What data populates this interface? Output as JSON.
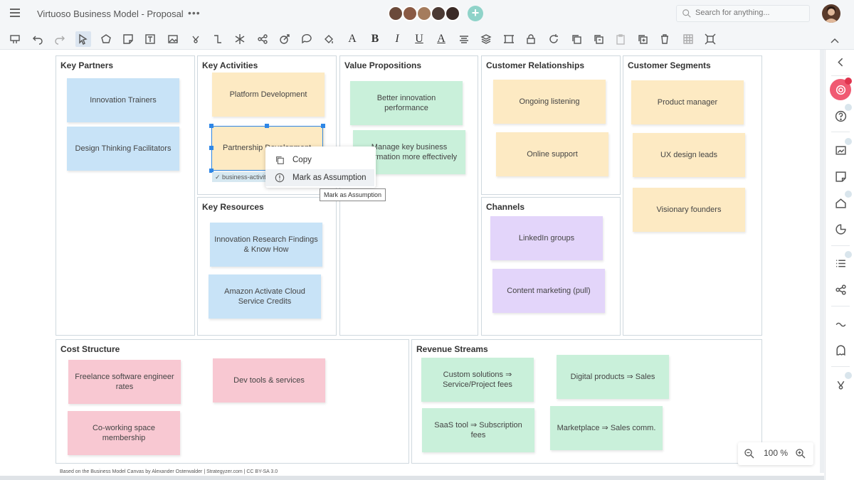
{
  "header": {
    "title": "Virtuoso Business Model - Proposal",
    "more": "•••",
    "add_user": "+",
    "search_placeholder": "Search for anything..."
  },
  "canvas": {
    "blocks": {
      "key_partners": "Key Partners",
      "key_activities": "Key Activities",
      "value_propositions": "Value Propositions",
      "customer_relationships": "Customer Relationships",
      "customer_segments": "Customer Segments",
      "key_resources": "Key Resources",
      "channels": "Channels",
      "cost_structure": "Cost Structure",
      "revenue_streams": "Revenue Streams"
    },
    "notes": {
      "innovation_trainers": "Innovation Trainers",
      "design_thinking": "Design Thinking Facilitators",
      "platform_development": "Platform Development",
      "partnership_dev": "Partnership Development",
      "better_innovation": "Better innovation performance",
      "manage_business": "Manage key business information more effectively",
      "ongoing_listening": "Ongoing listening",
      "online_support": "Online support",
      "product_manager": "Product manager",
      "ux_design_leads": "UX design leads",
      "visionary_founders": "Visionary founders",
      "innovation_research": "Innovation Research Findings & Know How",
      "amazon_activate": "Amazon Activate Cloud Service Credits",
      "linkedin_groups": "LinkedIn groups",
      "content_marketing": "Content marketing (pull)",
      "freelance_rates": "Freelance software engineer rates",
      "dev_tools": "Dev tools & services",
      "coworking": "Co-working space membership",
      "custom_solutions": "Custom solutions ⇒ Service/Project fees",
      "digital_products": "Digital products ⇒ Sales",
      "saas_tool": "SaaS tool ⇒ Subscription fees",
      "marketplace": "Marketplace ⇒ Sales comm."
    },
    "tag_chip": "✓ business-activit",
    "credit": "Based on the Business Model Canvas by Alexander Osterwalder | Strategyzer.com | CC BY-SA 3.0"
  },
  "context_menu": {
    "copy": "Copy",
    "mark_assumption": "Mark as Assumption",
    "tooltip": "Mark as Assumption"
  },
  "zoom": {
    "value": "100 %"
  },
  "colors": {
    "accent": "#2f87e6",
    "active_sidebar": "#f05a72",
    "note_blue": "#c8e3f7",
    "note_yellow": "#fdeac3",
    "note_green": "#c9f0da",
    "note_purple": "#e3d5fa",
    "note_pink": "#f8c8d2"
  }
}
